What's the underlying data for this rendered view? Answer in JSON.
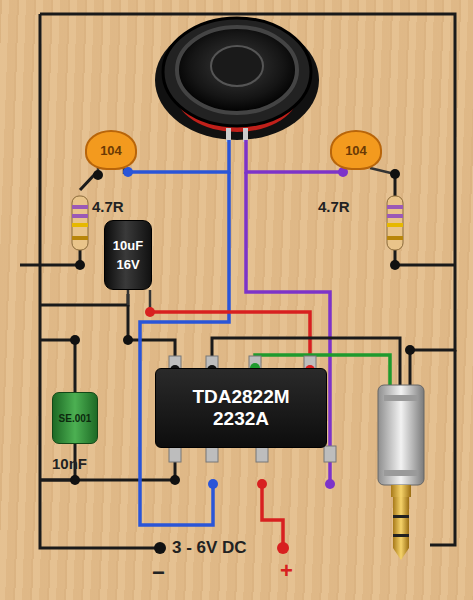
{
  "diagram": {
    "nodes": [
      {
        "text": [
          "104"
        ]
      },
      {
        "text": [
          "104"
        ]
      },
      {
        "text": [
          "10uF",
          "16V"
        ]
      },
      {
        "text": [
          "SE.001"
        ]
      },
      {
        "text": [
          "TDA2822M",
          "2232A"
        ]
      }
    ],
    "labels": [
      "4.7R",
      "4.7R",
      "10nF",
      "3 - 6V DC",
      "−",
      "+"
    ]
  }
}
